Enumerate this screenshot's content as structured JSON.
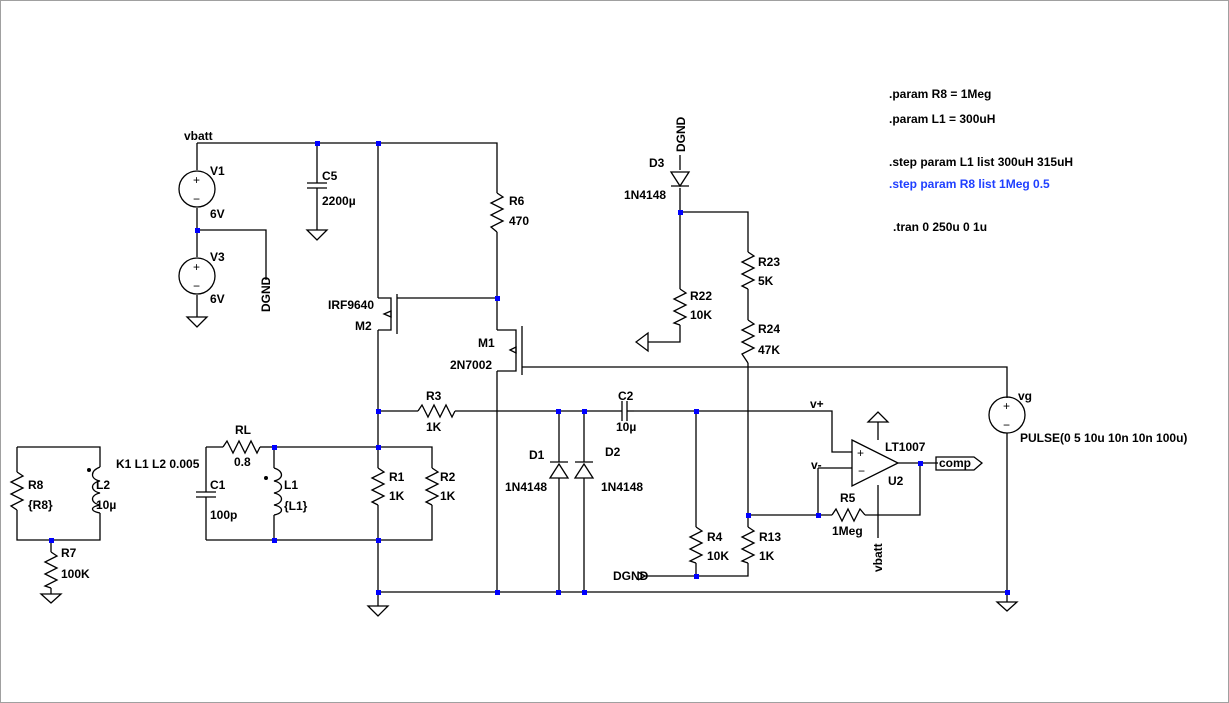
{
  "colors": {
    "wire": "#000000",
    "junction": "#0000ff",
    "highlight_directive": "#0000ff",
    "background": "#ffffff"
  },
  "nets": {
    "vbatt": "vbatt",
    "dgnd": "DGND",
    "vplus": "v+",
    "vminus": "v-",
    "comp": "comp"
  },
  "components": {
    "V1": {
      "ref": "V1",
      "value": "6V"
    },
    "V3": {
      "ref": "V3",
      "value": "6V"
    },
    "C5": {
      "ref": "C5",
      "value": "2200µ"
    },
    "R6": {
      "ref": "R6",
      "value": "470"
    },
    "M2": {
      "ref": "M2",
      "value": "IRF9640"
    },
    "M1": {
      "ref": "M1",
      "value": "2N7002"
    },
    "D3": {
      "ref": "D3",
      "value": "1N4148"
    },
    "R22": {
      "ref": "R22",
      "value": "10K"
    },
    "R23": {
      "ref": "R23",
      "value": "5K"
    },
    "R24": {
      "ref": "R24",
      "value": "47K"
    },
    "vg": {
      "ref": "vg",
      "value": "PULSE(0 5 10u 10n 10n 100u)"
    },
    "R3": {
      "ref": "R3",
      "value": "1K"
    },
    "C2": {
      "ref": "C2",
      "value": "10µ"
    },
    "RL": {
      "ref": "RL",
      "value": "0.8"
    },
    "K1": {
      "text": "K1 L1 L2 0.005"
    },
    "R8": {
      "ref": "R8",
      "value": "{R8}"
    },
    "L2": {
      "ref": "L2",
      "value": "10µ"
    },
    "R7": {
      "ref": "R7",
      "value": "100K"
    },
    "C1": {
      "ref": "C1",
      "value": "100p"
    },
    "L1": {
      "ref": "L1",
      "value": "{L1}"
    },
    "R1": {
      "ref": "R1",
      "value": "1K"
    },
    "R2": {
      "ref": "R2",
      "value": "1K"
    },
    "D1": {
      "ref": "D1",
      "value": "1N4148"
    },
    "D2": {
      "ref": "D2",
      "value": "1N4148"
    },
    "R4": {
      "ref": "R4",
      "value": "10K"
    },
    "R13": {
      "ref": "R13",
      "value": "1K"
    },
    "R5": {
      "ref": "R5",
      "value": "1Meg"
    },
    "U2": {
      "ref": "U2",
      "value": "LT1007"
    }
  },
  "directives": {
    "param_r8": ".param R8 = 1Meg",
    "param_l1": ".param L1 = 300uH",
    "step_l1": ".step param L1 list 300uH 315uH",
    "step_r8": ".step param R8 list 1Meg 0.5",
    "tran": ".tran 0 250u 0 1u"
  },
  "symbols": {
    "plus": "+",
    "minus": "−"
  }
}
